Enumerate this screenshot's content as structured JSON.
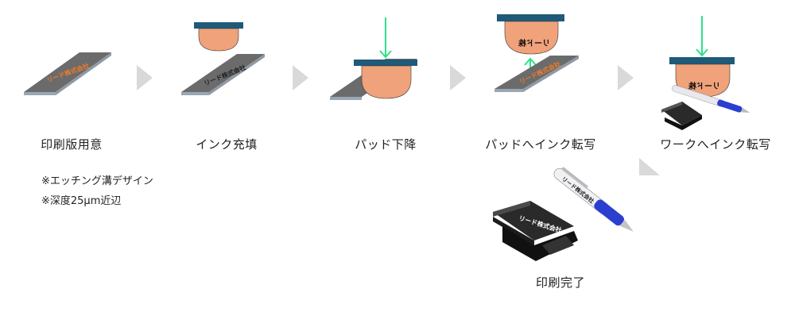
{
  "steps": [
    {
      "label": "印刷版用意"
    },
    {
      "label": "インク充填"
    },
    {
      "label": "パッド下降"
    },
    {
      "label": "パッドへインク転写"
    },
    {
      "label": "ワークへインク転写"
    }
  ],
  "notes": [
    "※エッチング溝デザイン",
    "※深度25μm近辺"
  ],
  "result_label": "印刷完了",
  "plate_text": "リード株式会社",
  "pad_text": "リード株",
  "colors": {
    "plate": "#6b6b6b",
    "plate_edge": "#9aa7b3",
    "plate_text_orange": "#f07a2a",
    "pad": "#f0a27a",
    "bar": "#1f5a78",
    "arrow": "#2ee08a",
    "chevron": "#d9d9d9",
    "pen_blue": "#2a3fd0"
  }
}
